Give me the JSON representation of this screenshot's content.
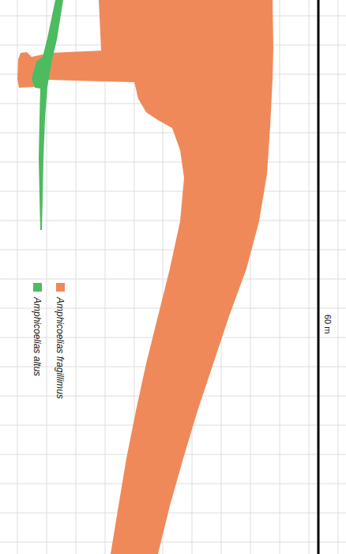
{
  "diagram": {
    "labels": [
      "60 m"
    ],
    "legend": [
      {
        "text": "Amphicoelias fragillimus",
        "color": "#f0895a"
      },
      {
        "text": "Amphicoelias altus",
        "color": "#4dbb5f"
      }
    ]
  }
}
